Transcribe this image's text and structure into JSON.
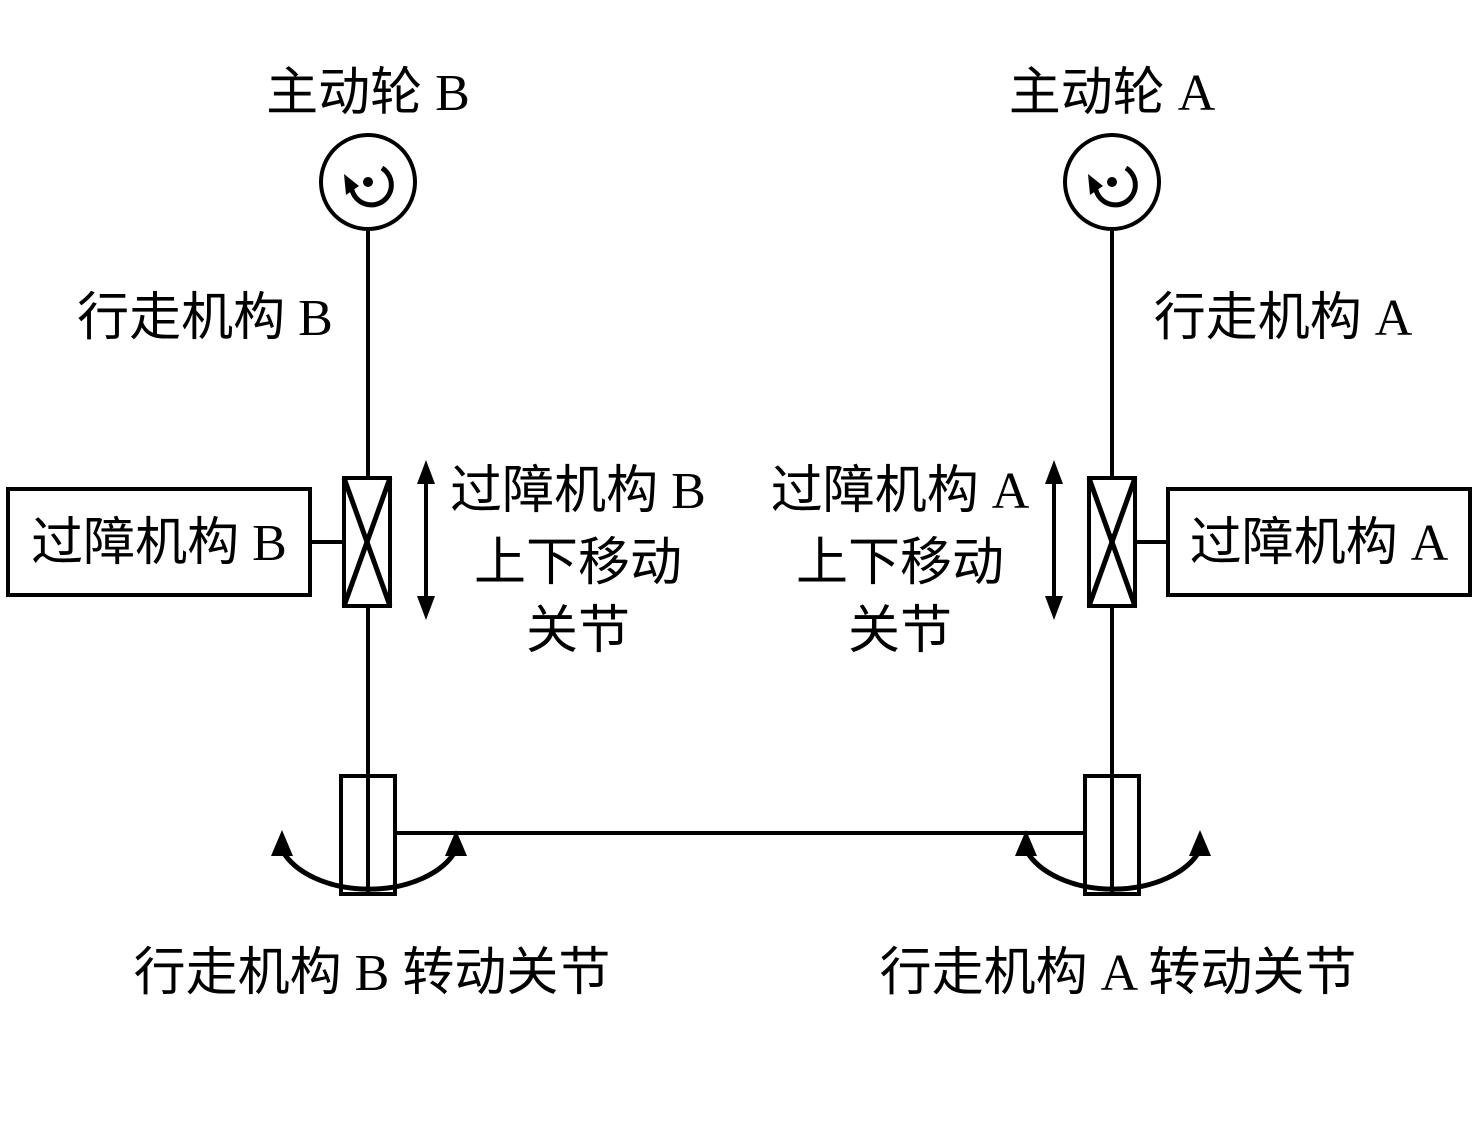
{
  "diagram": {
    "title": "dual walking / obstacle-crossing mechanism schematic",
    "left": {
      "drive_wheel": "主动轮 B",
      "walking_mechanism": "行走机构 B",
      "obstacle_box": "过障机构 B",
      "updown_line1": "过障机构 B",
      "updown_line2": "上下移动",
      "updown_line3": "关节",
      "rotate_joint": "行走机构 B 转动关节"
    },
    "right": {
      "drive_wheel": "主动轮 A",
      "walking_mechanism": "行走机构 A",
      "obstacle_box": "过障机构 A",
      "updown_line1": "过障机构 A",
      "updown_line2": "上下移动",
      "updown_line3": "关节",
      "rotate_joint": "行走机构 A 转动关节"
    },
    "colors": {
      "line": "#000000",
      "background": "#ffffff"
    }
  }
}
